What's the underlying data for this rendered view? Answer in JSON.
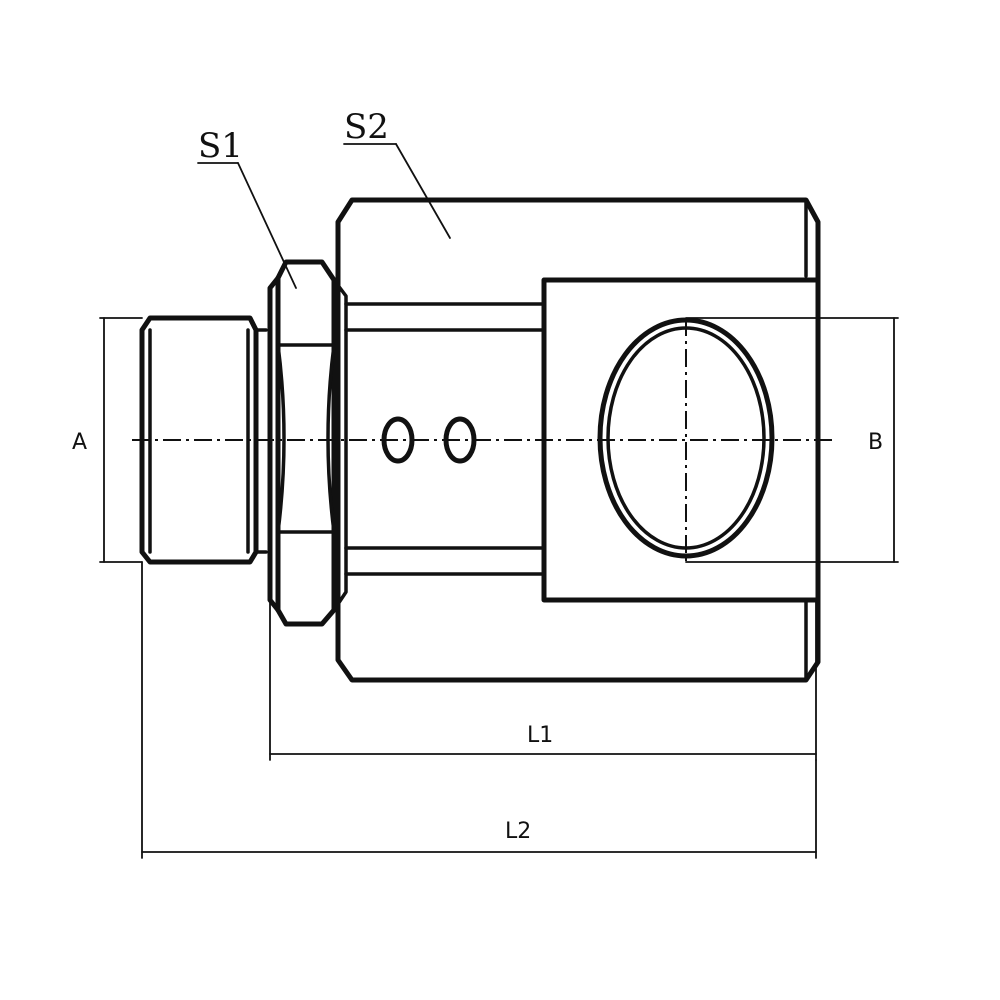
{
  "labels": {
    "s1": "S1",
    "s2": "S2",
    "a": "A",
    "b": "B",
    "l1": "L1",
    "l2": "L2"
  },
  "colors": {
    "line": "#111111",
    "background": "#ffffff"
  }
}
